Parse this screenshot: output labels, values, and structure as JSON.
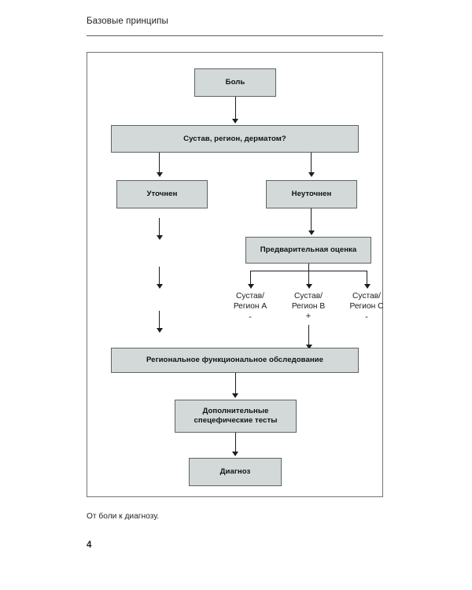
{
  "page": {
    "running_head": "Базовые принципы",
    "caption": "От боли к диагнозу.",
    "folio": "4"
  },
  "colors": {
    "node_fill": "#d3d8d8",
    "node_border": "#5e6364",
    "frame_border": "#6f7274",
    "connector": "#1d1d1d",
    "text": "#111111"
  },
  "chart_data": {
    "type": "diagram",
    "title": "От боли к диагнозу.",
    "nodes": [
      {
        "id": "pain",
        "label": "Боль"
      },
      {
        "id": "joint-region",
        "label": "Сустав, регион, дерматом?"
      },
      {
        "id": "specified",
        "label": "Уточнен"
      },
      {
        "id": "unspecified",
        "label": "Неуточнен"
      },
      {
        "id": "prelim",
        "label": "Предварительная оценка"
      },
      {
        "id": "regional-exam",
        "label": "Региональное функциональное обследование"
      },
      {
        "id": "extra-tests",
        "label": "Дополнительные\nспецифические тесты"
      },
      {
        "id": "diagnosis",
        "label": "Диагноз"
      }
    ],
    "branches": [
      {
        "id": "branch-a",
        "line1": "Сустав/",
        "line2": "Регион A",
        "sign": "-"
      },
      {
        "id": "branch-b",
        "line1": "Сустав/",
        "line2": "Регион B",
        "sign": "+"
      },
      {
        "id": "branch-c",
        "line1": "Сустав/",
        "line2": "Регион C",
        "sign": "-"
      }
    ],
    "edges": [
      {
        "from": "pain",
        "to": "joint-region"
      },
      {
        "from": "joint-region",
        "to": "specified"
      },
      {
        "from": "joint-region",
        "to": "unspecified"
      },
      {
        "from": "specified",
        "to": "regional-exam"
      },
      {
        "from": "unspecified",
        "to": "prelim"
      },
      {
        "from": "prelim",
        "to": "branch-a"
      },
      {
        "from": "prelim",
        "to": "branch-b"
      },
      {
        "from": "prelim",
        "to": "branch-c"
      },
      {
        "from": "branch-b",
        "to": "regional-exam"
      },
      {
        "from": "regional-exam",
        "to": "extra-tests"
      },
      {
        "from": "extra-tests",
        "to": "diagnosis"
      }
    ]
  },
  "nodes": {
    "pain": "Боль",
    "joint_region": "Сустав, регион, дерматом?",
    "specified": "Уточнен",
    "unspecified": "Неуточнен",
    "prelim": "Предварительная оценка",
    "regional_exam": "Региональное функциональное обследование",
    "extra_tests_line1": "Дополнительные",
    "extra_tests_line2": "спецефические тесты",
    "diagnosis": "Диагноз"
  },
  "branches": {
    "a": {
      "line1": "Сустав/",
      "line2": "Регион A",
      "sign": "-"
    },
    "b": {
      "line1": "Сустав/",
      "line2": "Регион B",
      "sign": "+"
    },
    "c": {
      "line1": "Сустав/",
      "line2": "Регион C",
      "sign": "-"
    }
  }
}
